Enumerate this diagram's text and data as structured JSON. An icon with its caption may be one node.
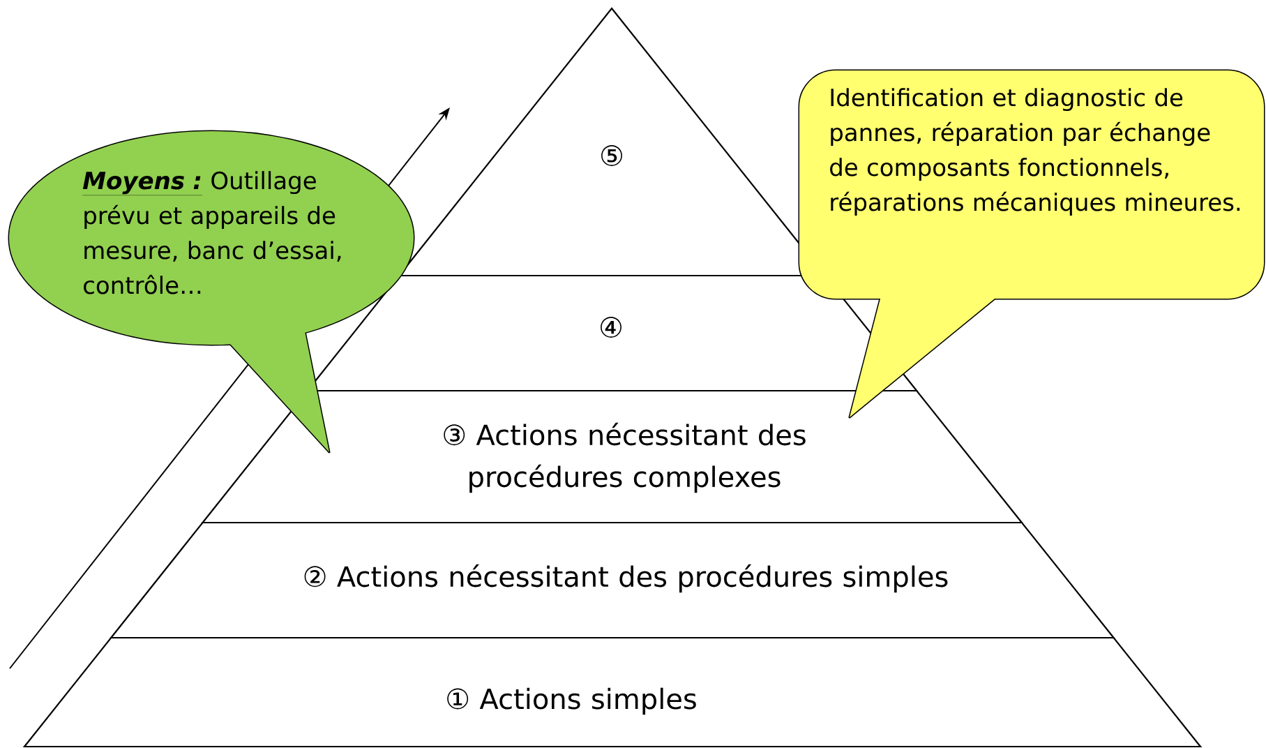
{
  "diagram": {
    "nodes": [
      {
        "text": [
          "⑤"
        ]
      },
      {
        "text": [
          "④"
        ]
      },
      {
        "text": [
          "③ Actions nécessitant des procédures complexes"
        ]
      },
      {
        "text": [
          "② Actions nécessitant des procédures simples"
        ]
      },
      {
        "text": [
          "① Actions simples"
        ]
      },
      {
        "text": [
          "Moyens :",
          "Outillage prévu et appareils de mesure, banc d’essai, contrôle…"
        ]
      },
      {
        "text": [
          "Identification et diagnostic de pannes, réparation par échange de composants fonctionnels, réparations mécaniques mineures."
        ]
      }
    ]
  }
}
